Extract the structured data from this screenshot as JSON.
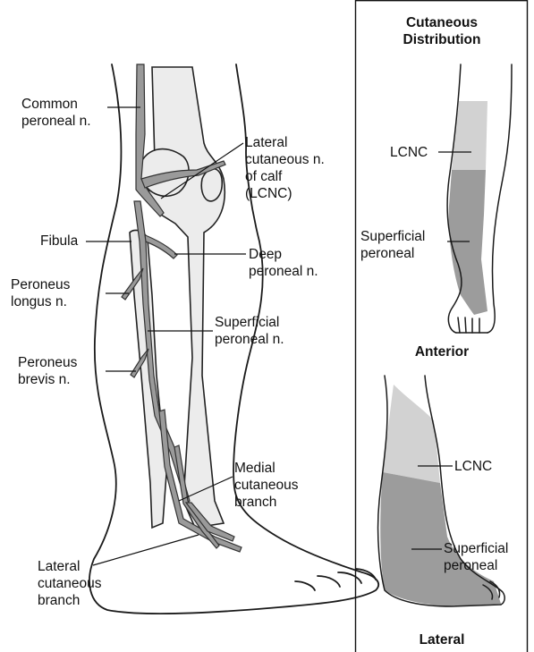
{
  "labels": {
    "common_peroneal": "Common\nperoneal n.",
    "lcnc_main": "Lateral\ncutaneous n.\nof calf\n(LCNC)",
    "fibula": "Fibula",
    "deep_peroneal": "Deep\nperoneal n.",
    "peroneus_longus": "Peroneus\nlongus n.",
    "superficial_peroneal_main": "Superficial\nperoneal n.",
    "peroneus_brevis": "Peroneus\nbrevis n.",
    "medial_cutaneous": "Medial\ncutaneous\nbranch",
    "lateral_cutaneous": "Lateral\ncutaneous\nbranch"
  },
  "panel": {
    "title": "Cutaneous\nDistribution",
    "anterior": {
      "view_label": "Anterior",
      "lcnc": "LCNC",
      "superficial": "Superficial\nperoneal"
    },
    "lateral": {
      "view_label": "Lateral",
      "lcnc": "LCNC",
      "superficial": "Superficial\nperoneal"
    }
  },
  "colors": {
    "outline": "#1a1a1a",
    "nerve_fill": "#9a9a9a",
    "bone_fill": "#ececec",
    "lcnc_zone": "#d2d2d2",
    "superficial_zone": "#9c9c9c"
  }
}
